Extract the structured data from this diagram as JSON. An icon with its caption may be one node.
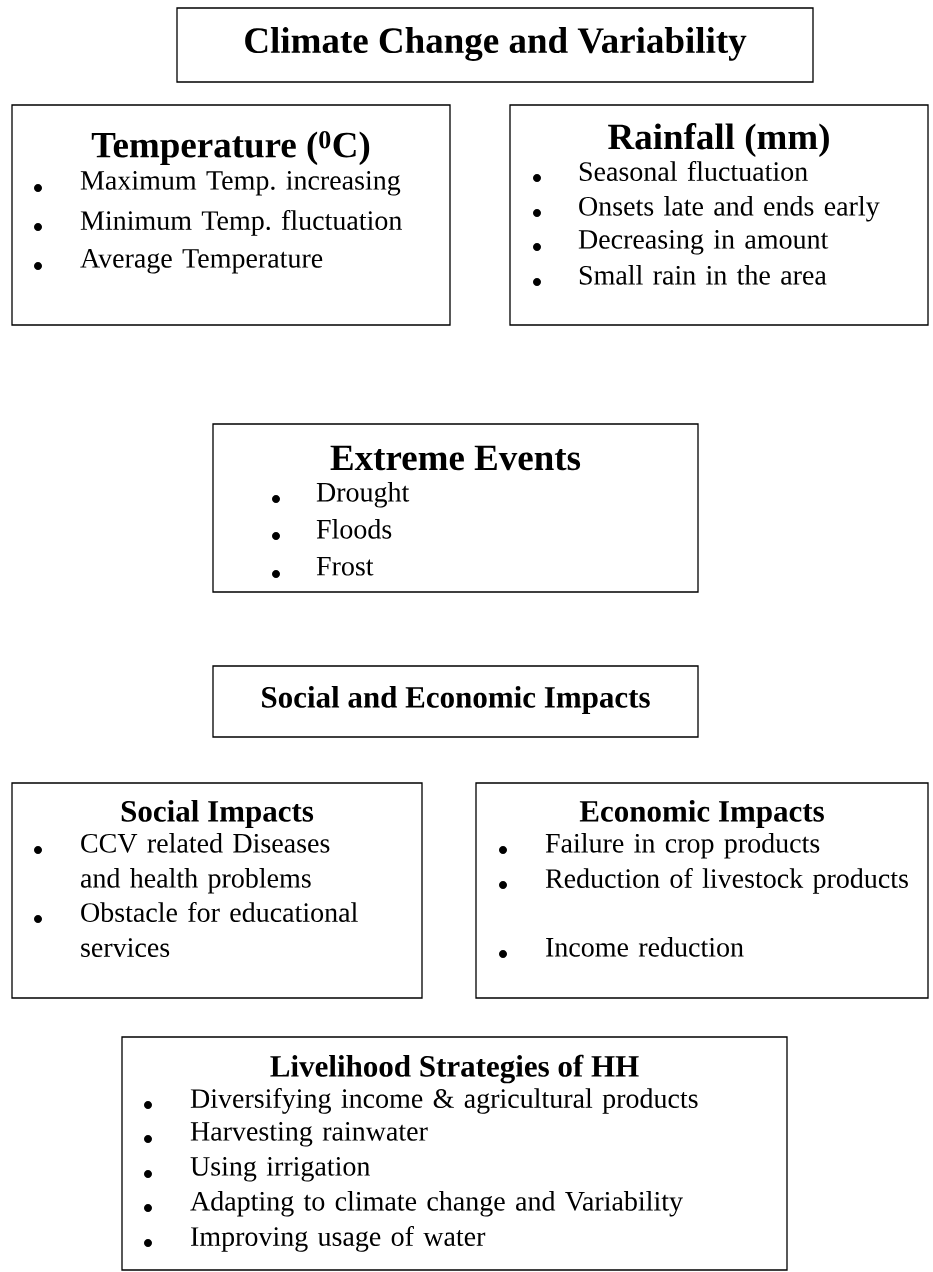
{
  "diagram": {
    "nodes": [
      {
        "text": [
          "Climate Change and Variability"
        ]
      },
      {
        "text": [
          "Temperature ($^{0}$C)",
          "Maximum Temp. increasing",
          "Minimum Temp. fluctuation",
          "Average Temperature"
        ]
      },
      {
        "text": [
          "Rainfall (mm)",
          "Seasonal fluctuation",
          "Onsets late and ends early",
          "Decreasing in amount",
          "Small rain in the area"
        ]
      },
      {
        "text": [
          "Extreme Events",
          "Drought",
          "Floods",
          "Frost"
        ]
      },
      {
        "text": [
          "Social and Economic Impacts"
        ]
      },
      {
        "text": [
          "Social Impacts",
          "CCV related Diseases and health problems",
          "Obstacle for educational services"
        ]
      },
      {
        "text": [
          "Economic Impacts",
          "Failure in crop products",
          "Reduction of livestock products",
          "Income reduction"
        ]
      },
      {
        "text": [
          "Livelihood Strategies of HH",
          "Diversifying income & agricultural products",
          "Harvesting rainwater",
          "Using irrigation",
          "Adapting to climate change and Variability",
          "Improving usage of water"
        ]
      }
    ]
  }
}
